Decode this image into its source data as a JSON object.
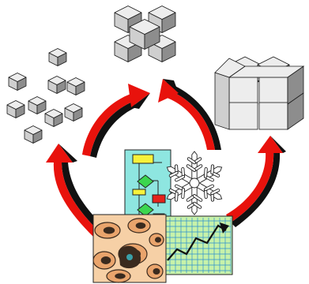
{
  "colors": {
    "background": "#ffffff",
    "cube_top": "#ededed",
    "cube_left": "#cfcfcf",
    "cube_right": "#8d8d8d",
    "cube_edge": "#1a1a1a",
    "arrow_red": "#e8120c",
    "arrow_shadow": "#111111",
    "flowchart_bg": "#8ee6e0",
    "flowchart_box": "#f7f23a",
    "flowchart_diamond": "#3bd64f",
    "flowchart_red_box": "#e5221a",
    "chart_bg": "#c7f2a9",
    "chart_grid": "#2a8fd1",
    "cells_bg": "#f6d0a6",
    "cells_dark": "#3a2a1e",
    "snowflake": "#ffffff"
  },
  "icons": {
    "scattered_cubes": "scattered-cubes-cluster",
    "cross_cubes": "cross-shaped-cube-cluster",
    "stacked_cubes": "stacked-cube-block",
    "flowchart": "flowchart-icon",
    "snowflake": "snowflake-icon",
    "line_chart": "line-chart-icon",
    "cells": "cells-micrograph-icon",
    "arrows": "curved-red-arrow"
  }
}
